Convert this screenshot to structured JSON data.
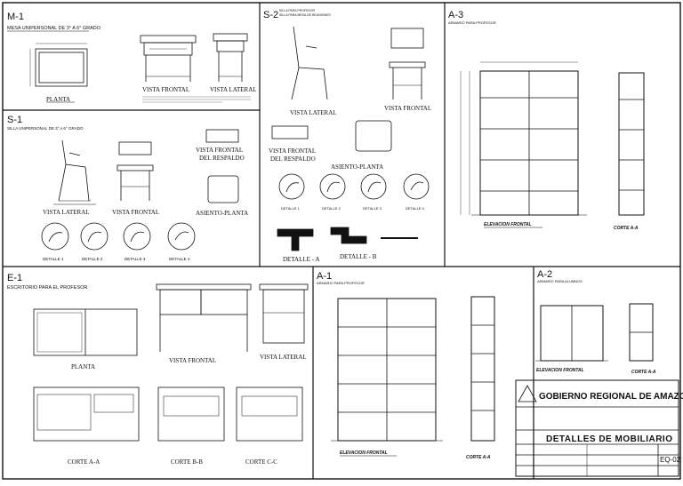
{
  "sheet": {
    "m1": {
      "code": "M-1",
      "title": "MESA UNIPERSONAL DE 3° A 6° GRADO",
      "planta": "PLANTA",
      "vista_frontal": "VISTA FRONTAL",
      "vista_lateral": "VISTA LATERAL"
    },
    "s2": {
      "code": "S-2",
      "title_1": "SILLA PARA PROFESOR",
      "title_2": "SILLA PARA MESA DE REUNIONES",
      "vista_lateral": "VISTA LATERAL",
      "vista_frontal": "VISTA FRONTAL",
      "vista_frontal_respaldo_1": "VISTA FRONTAL",
      "vista_frontal_respaldo_2": "DEL RESPALDO",
      "asiento_planta": "ASIENTO-PLANTA",
      "detalle_a": "DETALLE - A",
      "detalle_b": "DETALLE - B",
      "detalles": [
        "DETALLE 1",
        "DETALLE 2",
        "DETALLE 3",
        "DETALLE 4"
      ]
    },
    "s1": {
      "code": "S-1",
      "title": "SILLA UNIPERSONAL DE 3° A 6° GRADO",
      "vista_lateral": "VISTA LATERAL",
      "vista_frontal": "VISTA FRONTAL",
      "vista_frontal_respaldo_1": "VISTA FRONTAL",
      "vista_frontal_respaldo_2": "DEL RESPALDO",
      "asiento_planta": "ASIENTO-PLANTA",
      "detalles": [
        "DETALLE 1",
        "DETALLE 2",
        "DETALLE 3",
        "DETALLE 4"
      ]
    },
    "a3": {
      "code": "A-3",
      "title": "ARMARIO PARA PROFESOR",
      "elevacion": "ELEVACION FRONTAL",
      "corte": "CORTE A-A"
    },
    "e1": {
      "code": "E-1",
      "title": "ESCRITORIO PARA EL PROFESOR",
      "planta": "PLANTA",
      "vista_frontal": "VISTA FRONTAL",
      "vista_lateral": "VISTA LATERAL",
      "corte_aa": "CORTE A-A",
      "corte_bb": "CORTE B-B",
      "corte_cc": "CORTE C-C"
    },
    "a1": {
      "code": "A-1",
      "title": "ARMARIO PARA PROFESOR",
      "elevacion": "ELEVACION FRONTAL",
      "corte": "CORTE A-A"
    },
    "a2": {
      "code": "A-2",
      "title": "ARMARIO PARA ALUMNOS",
      "elevacion": "ELEVACION FRONTAL",
      "corte": "CORTE A-A"
    },
    "title_block": {
      "org": "GOBIERNO REGIONAL DE AMAZONAS",
      "sheet_title": "DETALLES DE MOBILIARIO",
      "sheet_number": "EQ-02"
    }
  },
  "colors": {
    "ink": "#111111",
    "paper": "#ffffff"
  }
}
